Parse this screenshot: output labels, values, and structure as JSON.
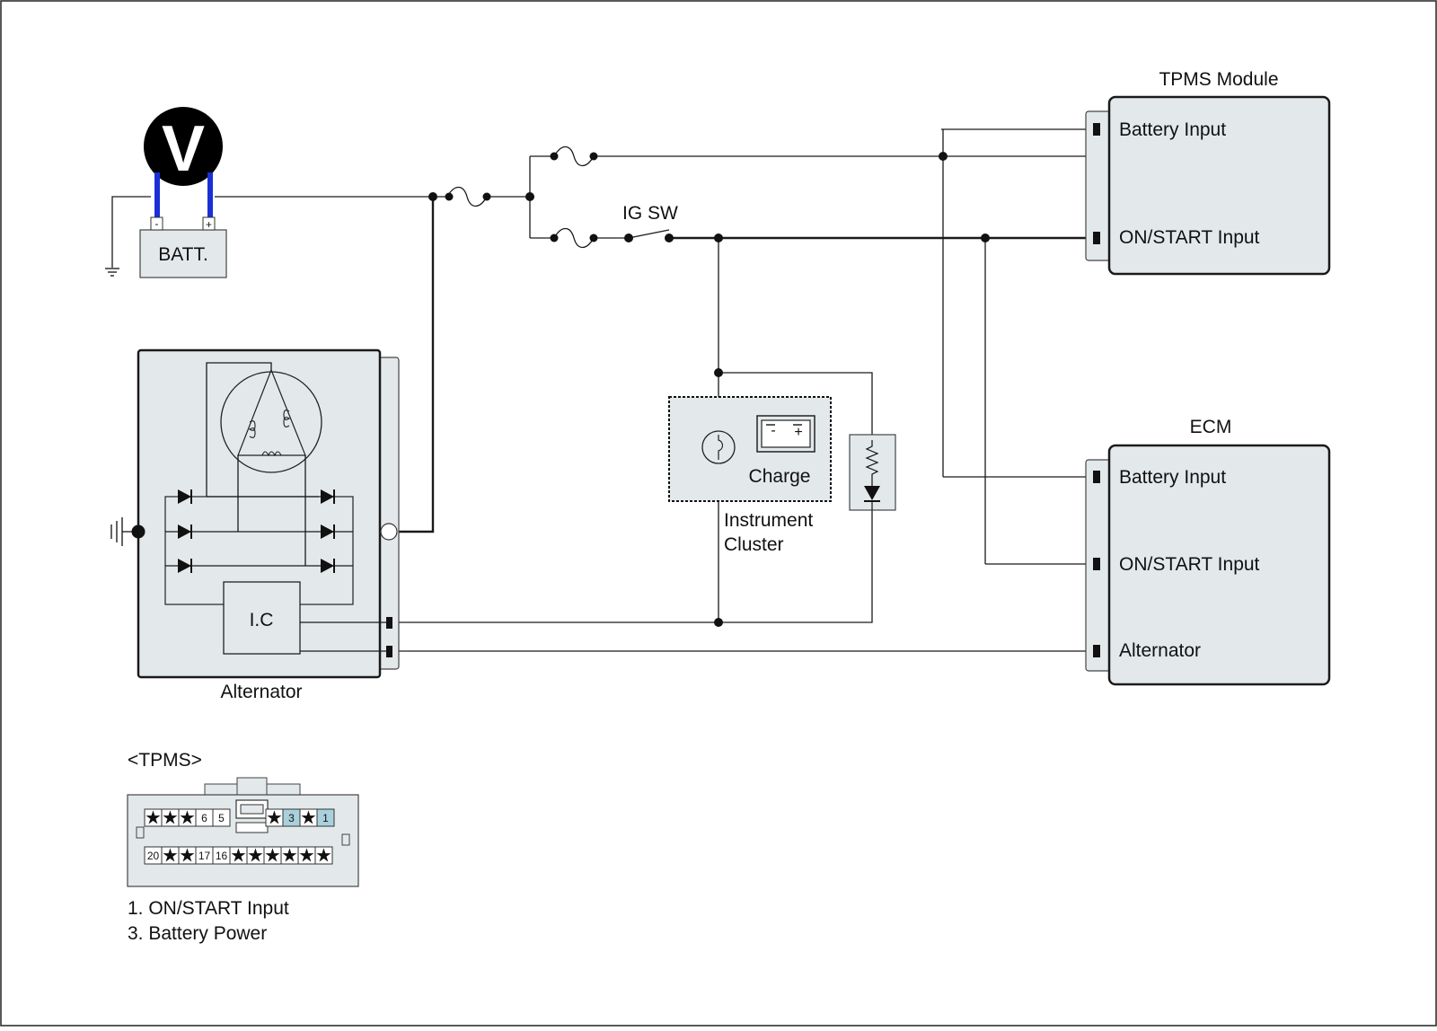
{
  "components": {
    "voltmeter_symbol": "V",
    "battery": {
      "label": "BATT.",
      "neg": "-",
      "pos": "+"
    },
    "ig_switch": "IG SW",
    "alternator": {
      "label": "Alternator",
      "ic": "I.C"
    },
    "instrument_cluster": {
      "line1": "Instrument",
      "line2": "Cluster",
      "lamp_label": "Charge",
      "icon_neg": "-",
      "icon_pos": "+"
    },
    "tpms_module": {
      "title": "TPMS Module",
      "pins": [
        "Battery Input",
        "ON/START Input"
      ]
    },
    "ecm": {
      "title": "ECM",
      "pins": [
        "Battery Input",
        "ON/START Input",
        "Alternator"
      ]
    }
  },
  "connector": {
    "title": "<TPMS>",
    "star": "★",
    "top_row": [
      "★",
      "★",
      "★",
      "6",
      "5",
      "★",
      "3",
      "★",
      "1"
    ],
    "bottom_row": [
      "20",
      "★",
      "★",
      "17",
      "16",
      "★",
      "★",
      "★",
      "★",
      "★",
      "★"
    ],
    "highlight_pins": [
      "3",
      "1"
    ],
    "highlight_color": "#a9d1dc",
    "legend": [
      "1. ON/START Input",
      "3. Battery Power"
    ]
  },
  "colors": {
    "module_fill": "#e3e9ea",
    "meter_lead": "#1a2fd6"
  }
}
